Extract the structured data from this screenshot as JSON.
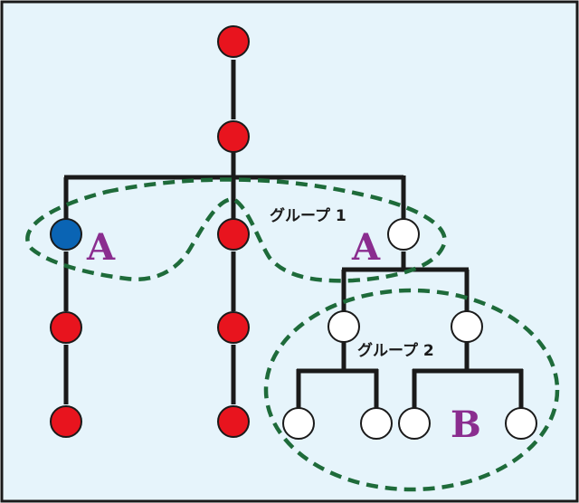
{
  "diagram": {
    "colors": {
      "background": "#e6f4fb",
      "frame": "#1a1a1a",
      "edge": "#1a1a1a",
      "red_node": "#e8141e",
      "blue_node": "#0a64b4",
      "white_node": "#ffffff",
      "group_outline": "#1e6b3a",
      "letter_label": "#8a2d8f"
    },
    "labels": {
      "group1": "グループ 1",
      "group2": "グループ 2",
      "letter_a": "A",
      "letter_b": "B"
    }
  }
}
